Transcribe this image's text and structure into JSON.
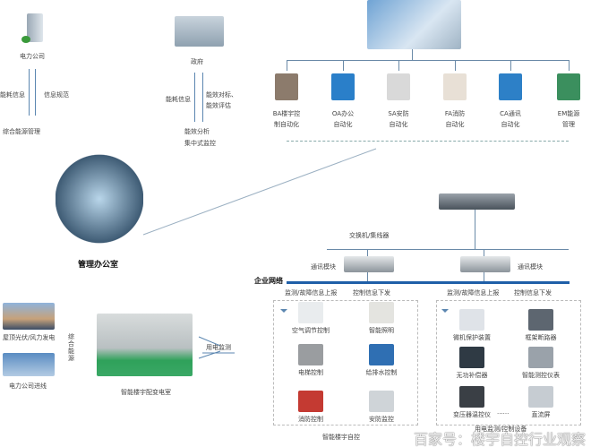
{
  "top_left": {
    "org": "电力公司",
    "up_label": "能耗信息",
    "down_label": "信息规范",
    "bottom": "综合能源管理"
  },
  "top_mid": {
    "org": "政府",
    "up_label": "能耗信息",
    "down_label_1": "能效对标、",
    "down_label_2": "能效评估",
    "bottom_1": "能效分析",
    "bottom_2": "集中式监控"
  },
  "systems": [
    {
      "l1": "BA楼宇控",
      "l2": "制自动化"
    },
    {
      "l1": "OA办公",
      "l2": "自动化"
    },
    {
      "l1": "SA安防",
      "l2": "自动化"
    },
    {
      "l1": "FA消防",
      "l2": "自动化"
    },
    {
      "l1": "CA通讯",
      "l2": "自动化"
    },
    {
      "l1": "EM能源",
      "l2": "管理"
    }
  ],
  "office": "管理办公室",
  "network": {
    "switch": "交换机/集线器",
    "module_left": "通讯模块",
    "module_right": "通讯模块",
    "enterprise": "企业网络",
    "up_left": "监测/故障信息上报",
    "down_left": "控制信息下发",
    "up_right": "监测/故障信息上报",
    "down_right": "控制信息下发"
  },
  "bas": {
    "title": "智能楼宇自控",
    "items": [
      "空气调节控制",
      "智能照明",
      "电梯控制",
      "给排水控制",
      "消防控制",
      "安防监控"
    ]
  },
  "power": {
    "title": "用电监测/控制设备",
    "items": [
      "微机保护装置",
      "框架断路器",
      "无功补偿器",
      "智能测控仪表",
      "变压器温控仪",
      "直流屏"
    ],
    "more": "......"
  },
  "energy": {
    "solar": "屋顶光伏/风力发电",
    "grid": "电力公司进线",
    "combined": "综合能源",
    "room": "智能楼宇配变电室",
    "monitor": "用电监测"
  },
  "watermark": "百家号：楼宇自控行业观察",
  "colors": {
    "line": "#6a8aa8",
    "network": "#1f5fa8",
    "arrow": "#5b86b0"
  }
}
